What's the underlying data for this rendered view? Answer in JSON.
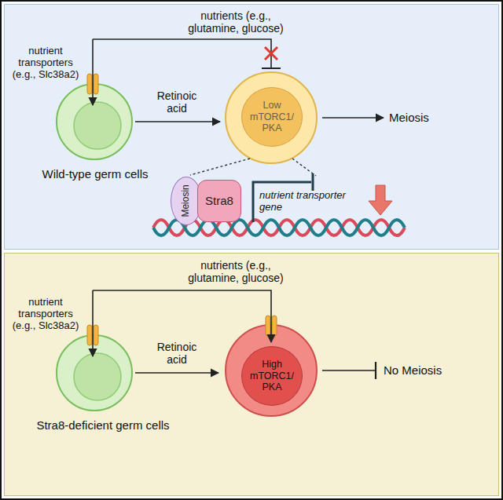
{
  "diagram": {
    "nodes": [
      {
        "text": [
          "Wild-type germ cells"
        ]
      },
      {
        "text": [
          "Low mTORC1/ PKA"
        ],
        "in": 0
      },
      {
        "text": [
          "Meiosin"
        ],
        "in": 0
      },
      {
        "text": [
          "Stra8"
        ],
        "in": 0
      },
      {
        "text": [
          "Stra8-deficient germ cells"
        ]
      },
      {
        "text": [
          "High mTORC1/ PKA"
        ],
        "in": 4
      }
    ],
    "labels": [
      "nutrients (e.g., glutamine, glucose)",
      "nutrient transporters (e.g., Slc38a2)",
      "Retinoic acid",
      "Meiosis",
      "nutrient transporter gene",
      "nutrients (e.g., glutamine, glucose)",
      "nutrient transporters (e.g., Slc38a2)",
      "Retinoic acid",
      "No Meiosis"
    ]
  }
}
